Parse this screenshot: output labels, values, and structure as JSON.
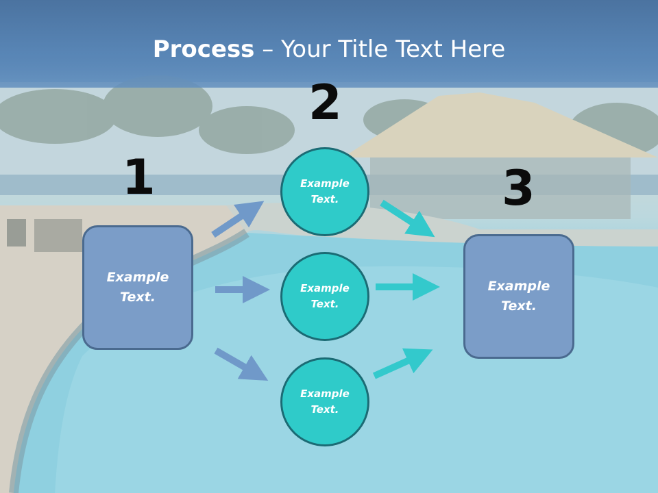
{
  "title": {
    "bold": "Process",
    "rest": " – Your Title Text Here"
  },
  "steps": {
    "one": "1",
    "two": "2",
    "three": "3"
  },
  "boxes": {
    "left": "Example\nText.",
    "right": "Example\nText."
  },
  "circles": {
    "top": "Example\nText.",
    "middle": "Example\nText.",
    "bottom": "Example\nText."
  },
  "colors": {
    "box_fill": "#7b9dc8",
    "circle_fill": "#2fcbc9",
    "arrow_blue": "#7099c9",
    "arrow_teal": "#33c9cc"
  }
}
